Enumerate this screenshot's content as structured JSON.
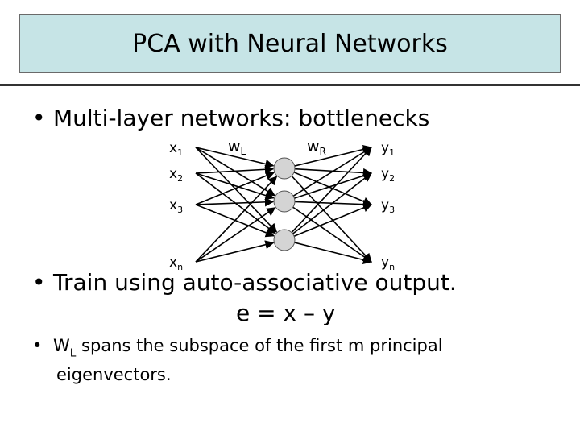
{
  "slide": {
    "title": "PCA with Neural Networks",
    "bullet1": "Multi-layer networks: bottlenecks",
    "bullet2": "Train using auto-associative output.",
    "equation": "e = x – y",
    "bullet3_sub": "L",
    "bullet3_main": "W",
    "bullet3_rest": " spans the subspace of the first m principal",
    "bullet3_cont": "eigenvectors.",
    "bullet_glyph": "•"
  },
  "network": {
    "inputs": [
      {
        "base": "x",
        "sub": "1"
      },
      {
        "base": "x",
        "sub": "2"
      },
      {
        "base": "x",
        "sub": "3"
      },
      {
        "base": "x",
        "sub": "n"
      }
    ],
    "outputs": [
      {
        "base": "y",
        "sub": "1"
      },
      {
        "base": "y",
        "sub": "2"
      },
      {
        "base": "y",
        "sub": "3"
      },
      {
        "base": "y",
        "sub": "n"
      }
    ],
    "hidden_count": 3,
    "weights_left": {
      "base": "w",
      "sub": "L"
    },
    "weights_right": {
      "base": "w",
      "sub": "R"
    },
    "colors": {
      "title_bg": "#c6e4e6",
      "node_fill": "#d4d4d4",
      "edge": "#000000"
    }
  }
}
